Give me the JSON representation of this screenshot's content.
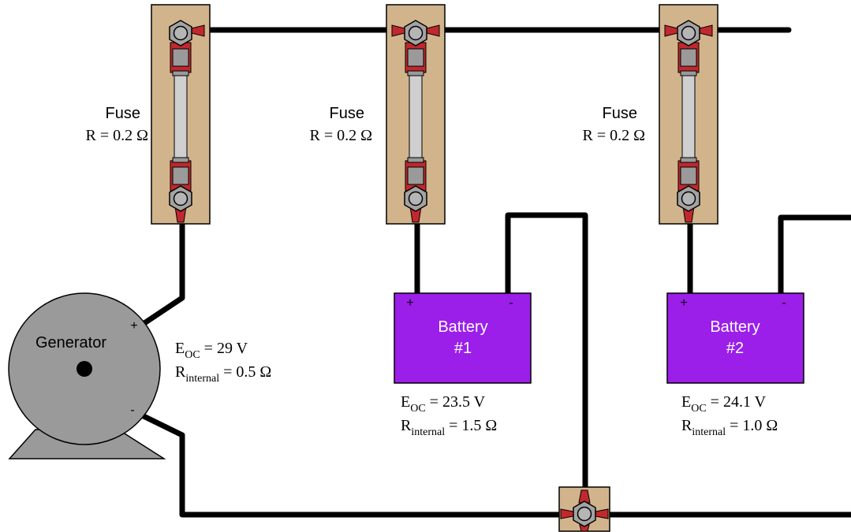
{
  "fuses": [
    {
      "title": "Fuse",
      "resistance": "R = 0.2 Ω"
    },
    {
      "title": "Fuse",
      "resistance": "R = 0.2 Ω"
    },
    {
      "title": "Fuse",
      "resistance": "R = 0.2 Ω"
    }
  ],
  "generator": {
    "title": "Generator",
    "plus": "+",
    "minus": "-",
    "eoc_main": "E",
    "eoc_sub": "OC",
    "eoc_value": " = 29 V",
    "rint_main": "R",
    "rint_sub": "internal",
    "rint_value": " = 0.5 Ω"
  },
  "batteries": [
    {
      "line1": "Battery",
      "line2": "#1",
      "plus": "+",
      "minus": "-",
      "eoc_main": "E",
      "eoc_sub": "OC",
      "eoc_value": " = 23.5 V",
      "rint_main": "R",
      "rint_sub": "internal",
      "rint_value": " = 1.5 Ω"
    },
    {
      "line1": "Battery",
      "line2": "#2",
      "plus": "+",
      "minus": "-",
      "eoc_main": "E",
      "eoc_sub": "OC",
      "eoc_value": " = 24.1 V",
      "rint_main": "R",
      "rint_sub": "internal",
      "rint_value": " = 1.0 Ω"
    }
  ],
  "colors": {
    "wire": "#000000",
    "fuse_base": "#d2b48c",
    "terminal_red": "#c0282d",
    "battery": "#9b1fe8",
    "generator": "#9a9a9a",
    "nut": "#a0a0a0"
  }
}
